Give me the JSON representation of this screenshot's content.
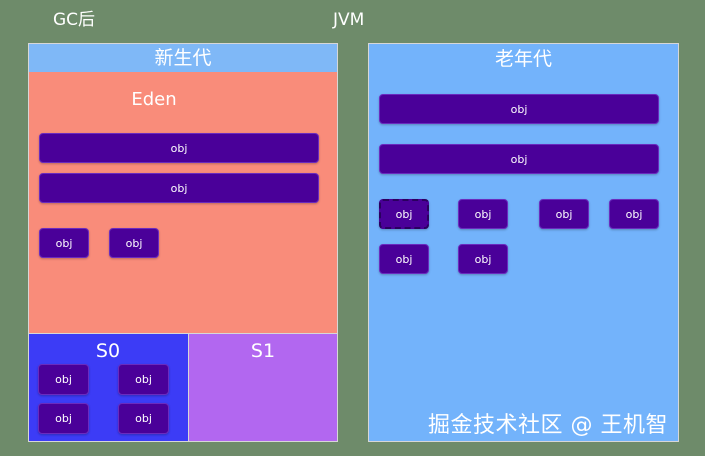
{
  "header": {
    "left_caption": "GC后",
    "center_caption": "JVM"
  },
  "young": {
    "title": "新生代",
    "eden": {
      "title": "Eden",
      "objects": [
        "obj",
        "obj",
        "obj",
        "obj"
      ]
    },
    "s0": {
      "title": "S0",
      "objects": [
        "obj",
        "obj",
        "obj",
        "obj"
      ]
    },
    "s1": {
      "title": "S1"
    }
  },
  "old": {
    "title": "老年代",
    "objects": [
      "obj",
      "obj",
      "obj",
      "obj",
      "obj",
      "obj",
      "obj",
      "obj"
    ]
  },
  "watermark": "掘金技术社区 @ 王机智",
  "colors": {
    "background": "#6e8b6a",
    "young_header": "#7fb8f7",
    "eden": "#f98c7a",
    "s0": "#3c3cf6",
    "s1": "#b267f0",
    "old": "#73b3fb",
    "obj": "#4a0099"
  }
}
